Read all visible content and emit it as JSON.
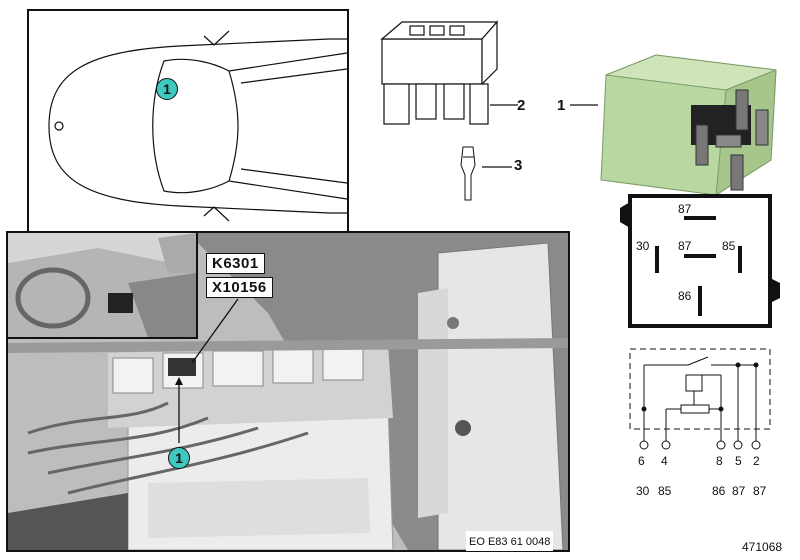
{
  "callouts": {
    "item_1_car": "1",
    "item_1_photo": "1",
    "item_1_relay": "1",
    "item_2": "2",
    "item_3": "3"
  },
  "connector_labels": {
    "k": "K6301",
    "x": "X10156"
  },
  "relay_pins": {
    "top": "87",
    "left": "30",
    "center": "87",
    "right": "85",
    "bottom": "86"
  },
  "circuit": {
    "pins_row1": [
      "6",
      "4",
      "8",
      "5",
      "2"
    ],
    "pins_row2": [
      "30",
      "85",
      "86",
      "87",
      "87"
    ]
  },
  "photo_caption": "EO E83 61 0048",
  "diagram_number": "471068",
  "colors": {
    "badge": "#3ec8c0",
    "relay_green": "#b9d7a0",
    "photo_bg": "#c8c8c8"
  }
}
